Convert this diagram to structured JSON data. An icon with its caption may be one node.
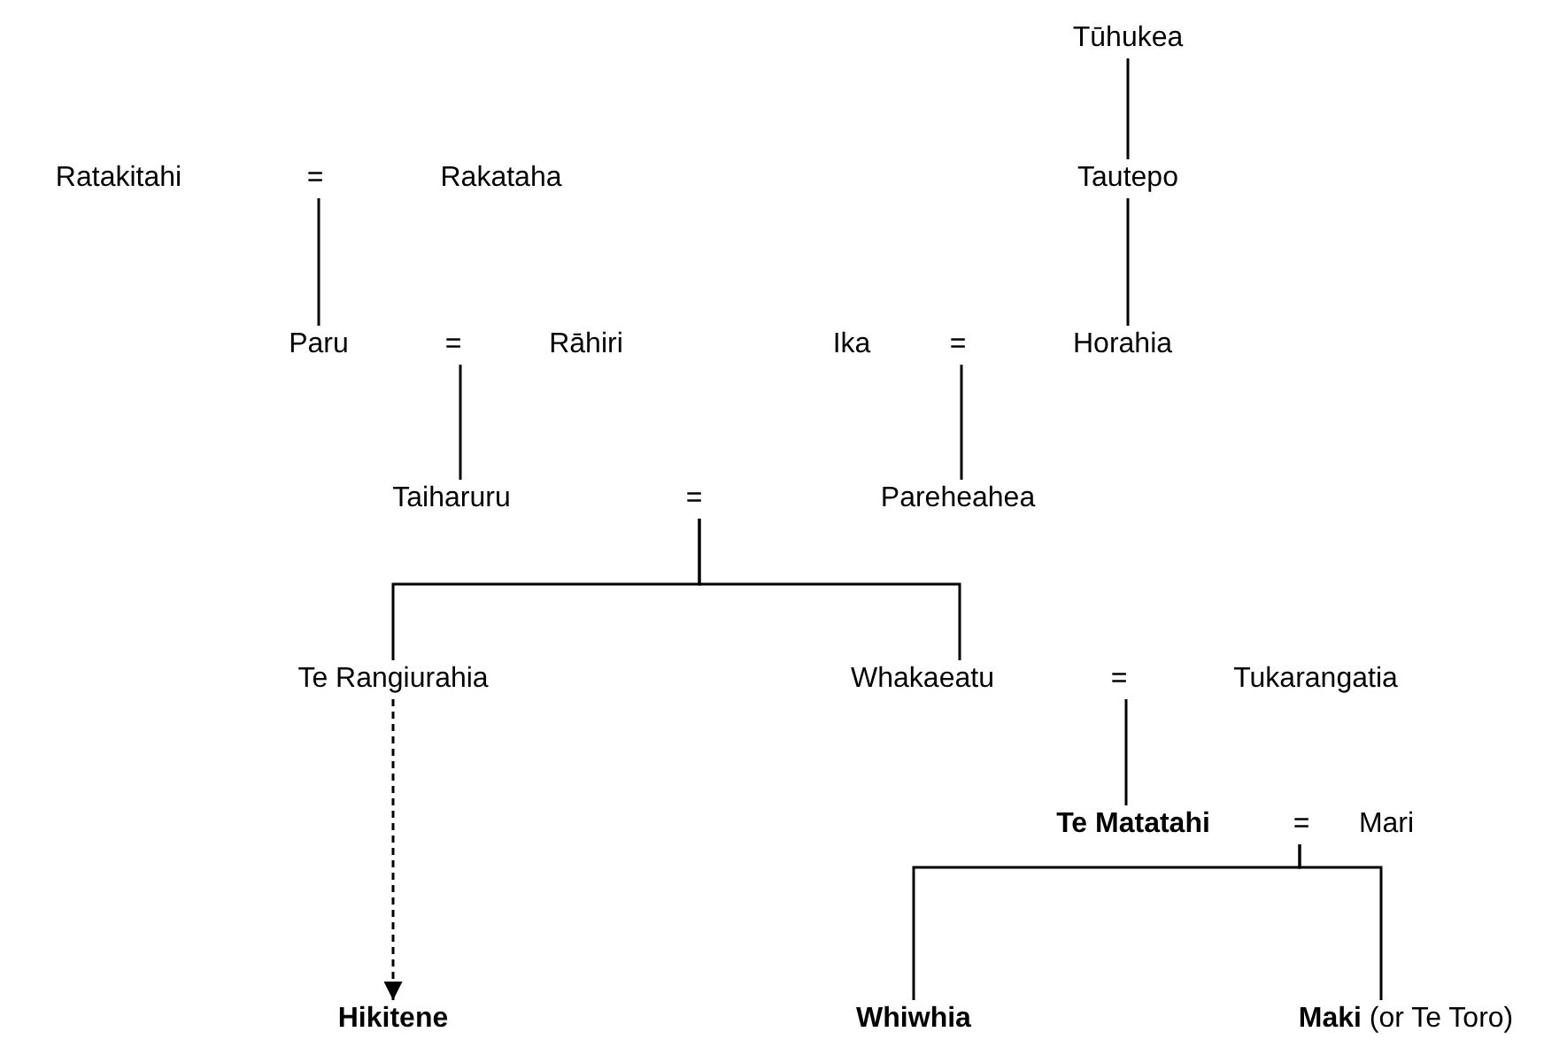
{
  "diagram": {
    "nodes": [
      {
        "text": [
          "Tūhukea"
        ]
      },
      {
        "text": [
          "Ratakitahi"
        ]
      },
      {
        "text": [
          "="
        ]
      },
      {
        "text": [
          "Rakataha"
        ]
      },
      {
        "text": [
          "Tautepo"
        ]
      },
      {
        "text": [
          "Paru"
        ]
      },
      {
        "text": [
          "="
        ]
      },
      {
        "text": [
          "Rāhiri"
        ]
      },
      {
        "text": [
          "Ika"
        ]
      },
      {
        "text": [
          "="
        ]
      },
      {
        "text": [
          "Horahia"
        ]
      },
      {
        "text": [
          "Taiharuru"
        ]
      },
      {
        "text": [
          "="
        ]
      },
      {
        "text": [
          "Pareheahea"
        ]
      },
      {
        "text": [
          "Te Rangiurahia"
        ]
      },
      {
        "text": [
          "Whakaeatu"
        ]
      },
      {
        "text": [
          "="
        ]
      },
      {
        "text": [
          "Tukarangatia"
        ]
      },
      {
        "text": [
          "Te Matatahi"
        ]
      },
      {
        "text": [
          "="
        ]
      },
      {
        "text": [
          "Mari"
        ]
      },
      {
        "text": [
          "Hikitene"
        ]
      },
      {
        "text": [
          "Whiwhia"
        ]
      },
      {
        "text": [
          "**Maki** (or Te Toro)"
        ]
      }
    ],
    "edges": [
      {
        "from": 0,
        "to": 4,
        "arrow": "none"
      },
      {
        "from": 4,
        "to": 10,
        "arrow": "none"
      },
      {
        "from": 2,
        "to": 5,
        "arrow": "none"
      },
      {
        "from": 6,
        "to": 11,
        "arrow": "none"
      },
      {
        "from": 9,
        "to": 13,
        "arrow": "none"
      },
      {
        "from": 12,
        "to": 14,
        "arrow": "none"
      },
      {
        "from": 12,
        "to": 15,
        "arrow": "none"
      },
      {
        "from": 16,
        "to": 18,
        "arrow": "none"
      },
      {
        "from": 19,
        "to": 22,
        "arrow": "none"
      },
      {
        "from": 19,
        "to": 23,
        "arrow": "none"
      },
      {
        "from": 14,
        "to": 21,
        "arrow": "to",
        "style": "dashed"
      }
    ]
  }
}
